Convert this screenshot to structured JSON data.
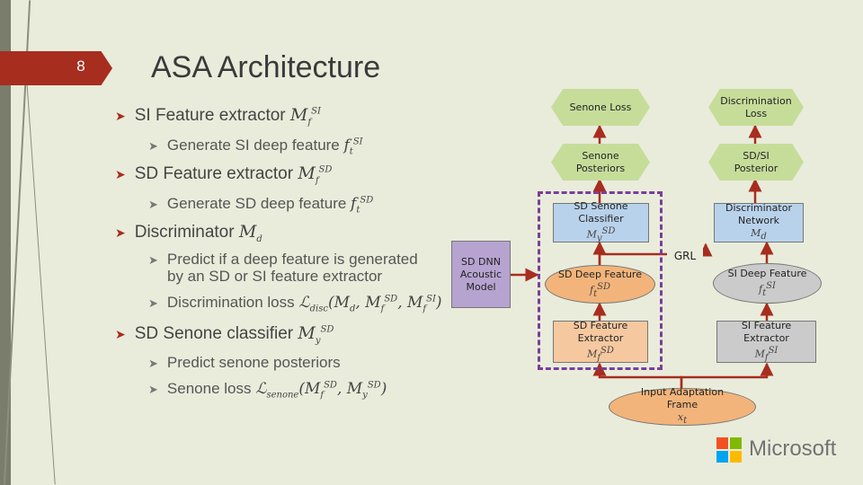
{
  "slide": {
    "number": "8",
    "title": "ASA Architecture"
  },
  "bullets": {
    "b1": "SI Feature extractor ",
    "b1_sub": "Generate SI deep feature ",
    "b2": "SD Feature extractor ",
    "b2_sub": "Generate SD deep feature ",
    "b3": "Discriminator ",
    "b3_sub1_line1": "Predict if a deep feature is generated",
    "b3_sub1_line2": "by an SD or SI feature extractor",
    "b3_sub2": "Discrimination loss ",
    "b4": "SD Senone classifier ",
    "b4_sub1": "Predict senone posteriors",
    "b4_sub2": "Senone loss "
  },
  "diagram": {
    "senone_loss": "Senone Loss",
    "discrimination_loss": "Discrimination Loss",
    "senone_posteriors": "Senone Posteriors",
    "sdsi_posterior": "SD/SI Posterior",
    "sd_senone_classifier": "SD Senone Classifier",
    "discriminator_network": "Discriminator Network",
    "sd_dnn": "SD DNN Acoustic Model",
    "grl": "GRL",
    "sd_deep_feature": "SD Deep Feature",
    "si_deep_feature": "SI Deep Feature",
    "sd_feature_extractor": "SD Feature Extractor",
    "si_feature_extractor": "SI Feature Extractor",
    "input_frame": "Input Adaptation Frame"
  },
  "brand": {
    "name": "Microsoft"
  },
  "colors": {
    "accent_red": "#a72d1f",
    "hex_green": "#c6dd9a",
    "box_blue": "#b9d2eb",
    "oval_orange": "#f2b47a",
    "box_orange": "#f6c8a0",
    "gray_node": "#cbcbcb",
    "purple_box": "#b6a3d0",
    "dashed_purple": "#7b3e9b"
  }
}
